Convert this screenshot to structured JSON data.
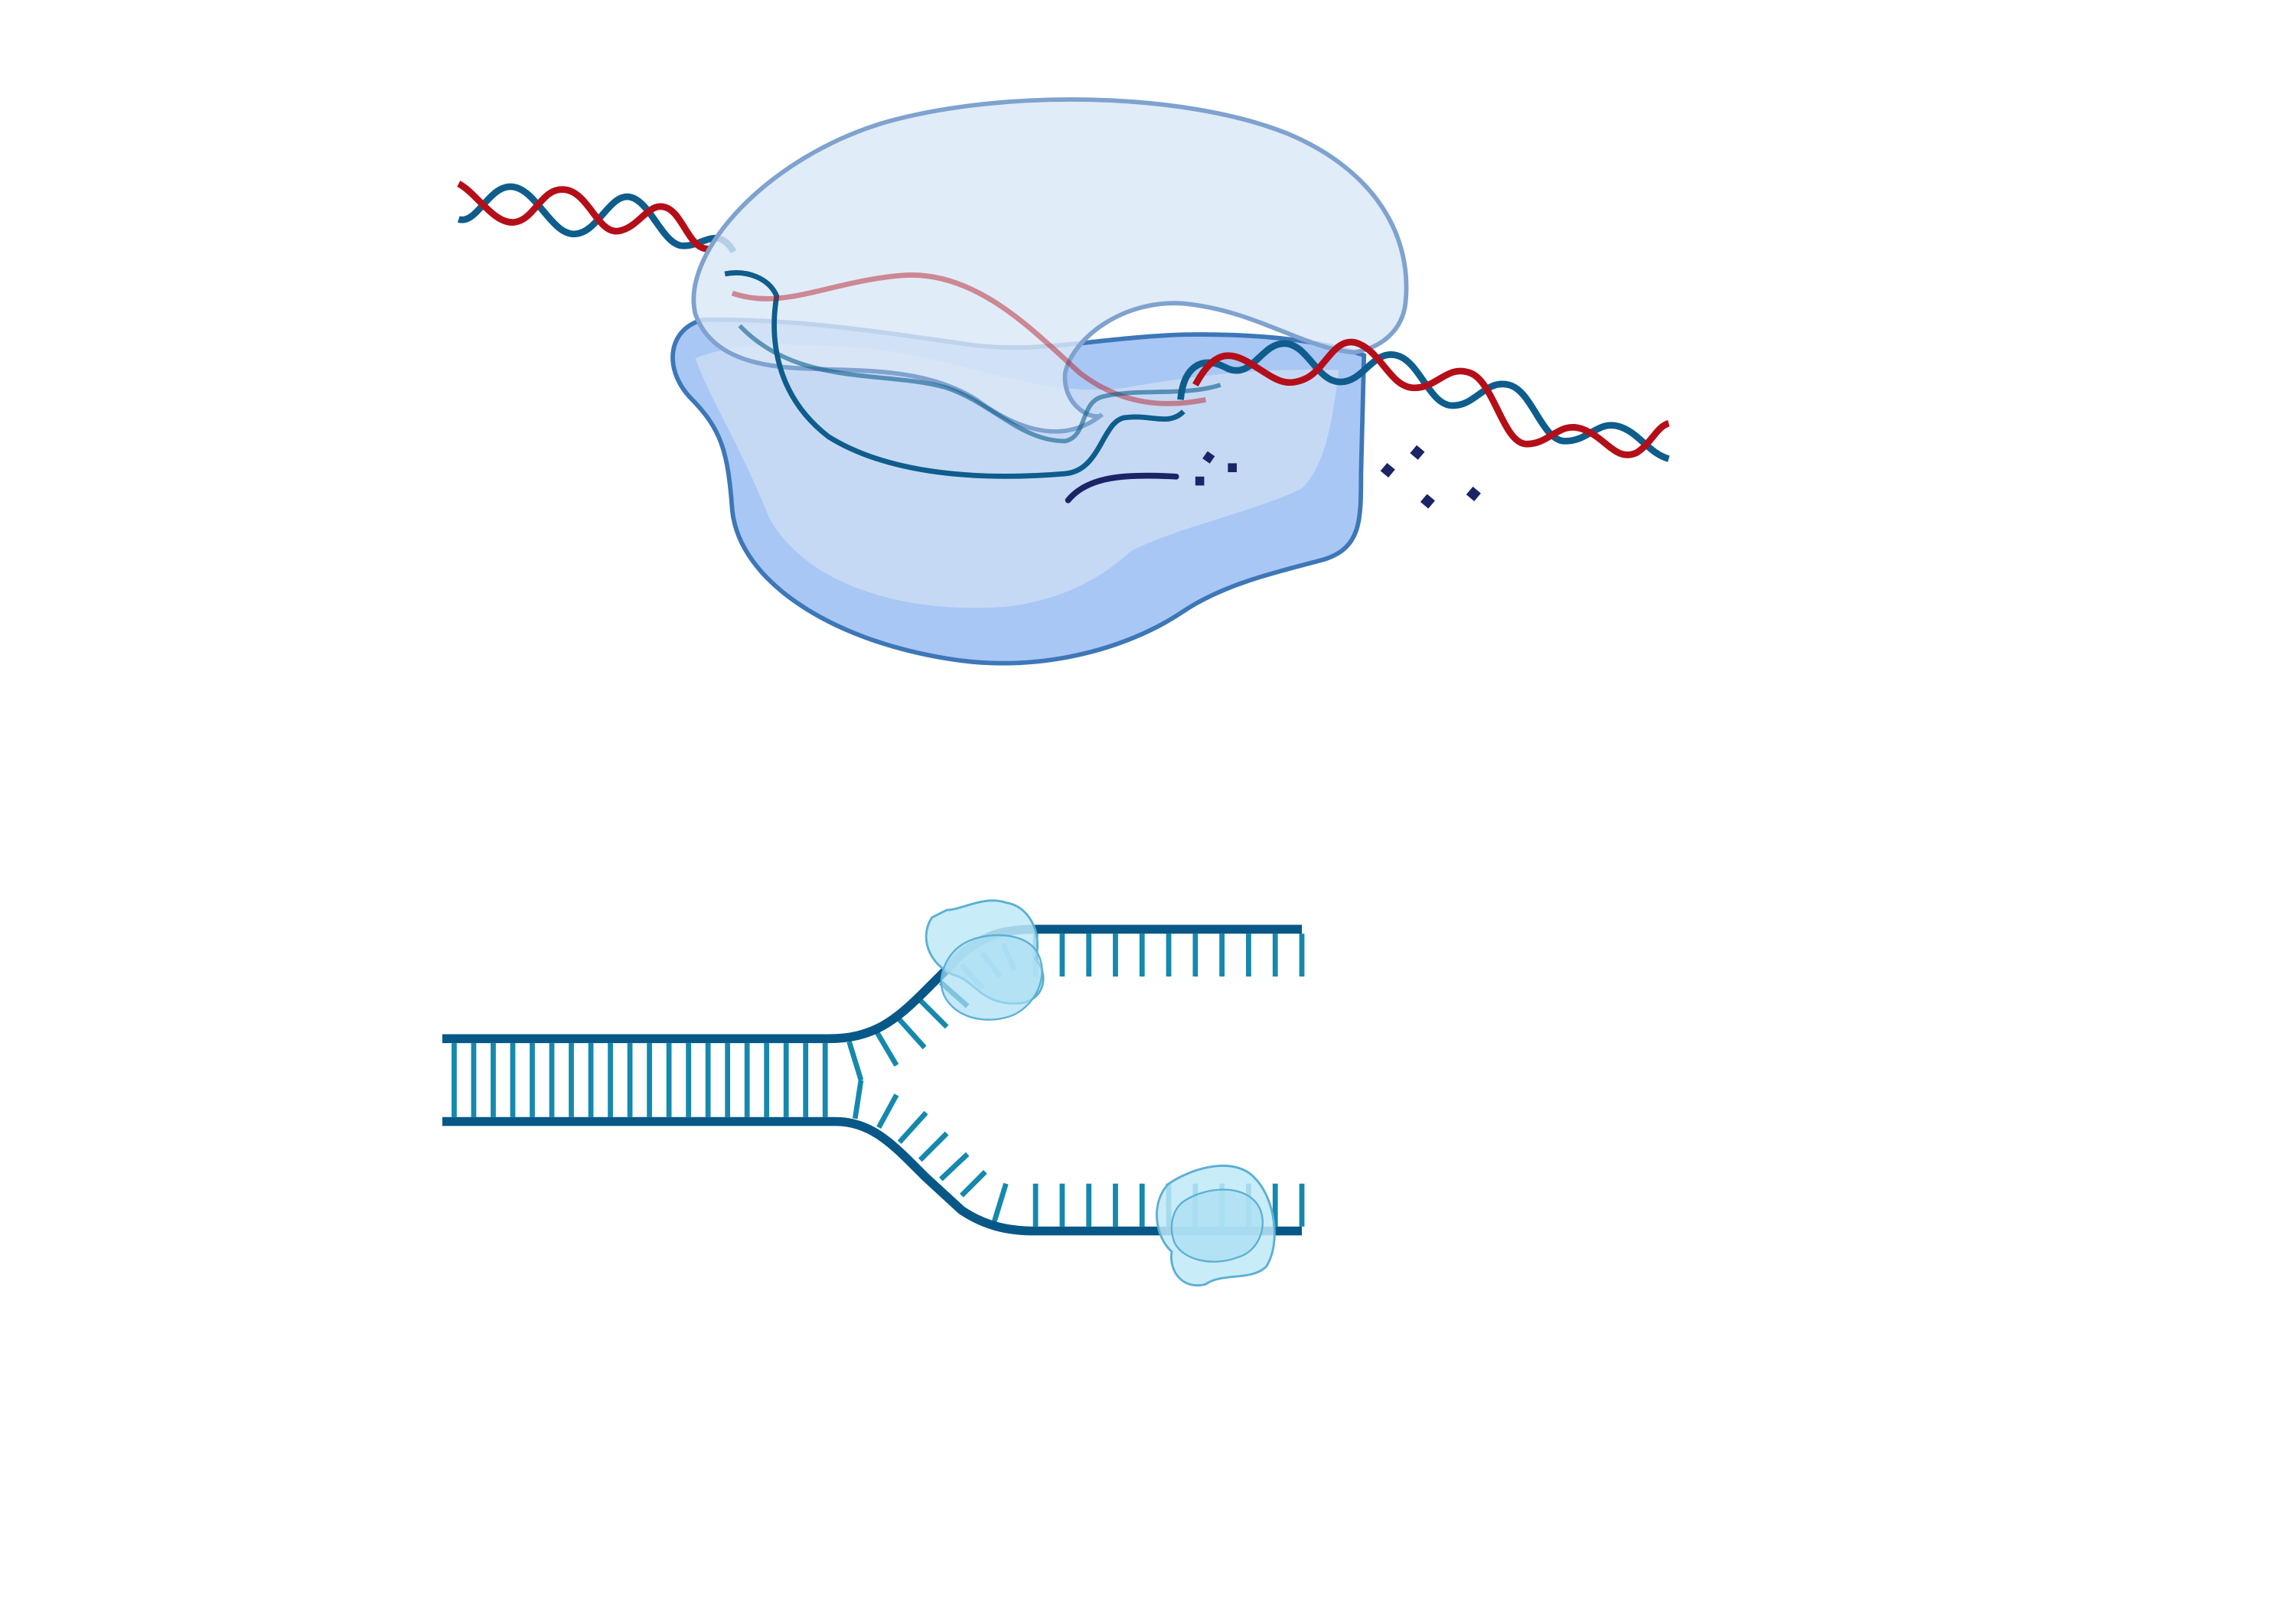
{
  "figure": {
    "panels": [
      {
        "name": "transcription-complex",
        "elements": [
          "rna-polymerase",
          "dna-double-helix",
          "nascent-rna-strand",
          "free-nucleotides"
        ]
      },
      {
        "name": "replication-fork",
        "elements": [
          "parental-dna-duplex",
          "leading-strand",
          "lagging-strand",
          "polymerase-enzyme"
        ]
      }
    ],
    "colors": {
      "helix_red": "#b40f19",
      "helix_blue": "#0e5d8c",
      "dna_backbone": "#075887",
      "dna_rungs": "#1588ad",
      "enzyme_outline": "#3d77b8",
      "enzyme_fill_top": "#dbe8f8",
      "enzyme_fill_body": "#a8c7f4",
      "nucleotide": "#1b2466",
      "small_enzyme_fill": "#bfe9f8",
      "small_enzyme_outline": "#5ab0d4"
    }
  }
}
